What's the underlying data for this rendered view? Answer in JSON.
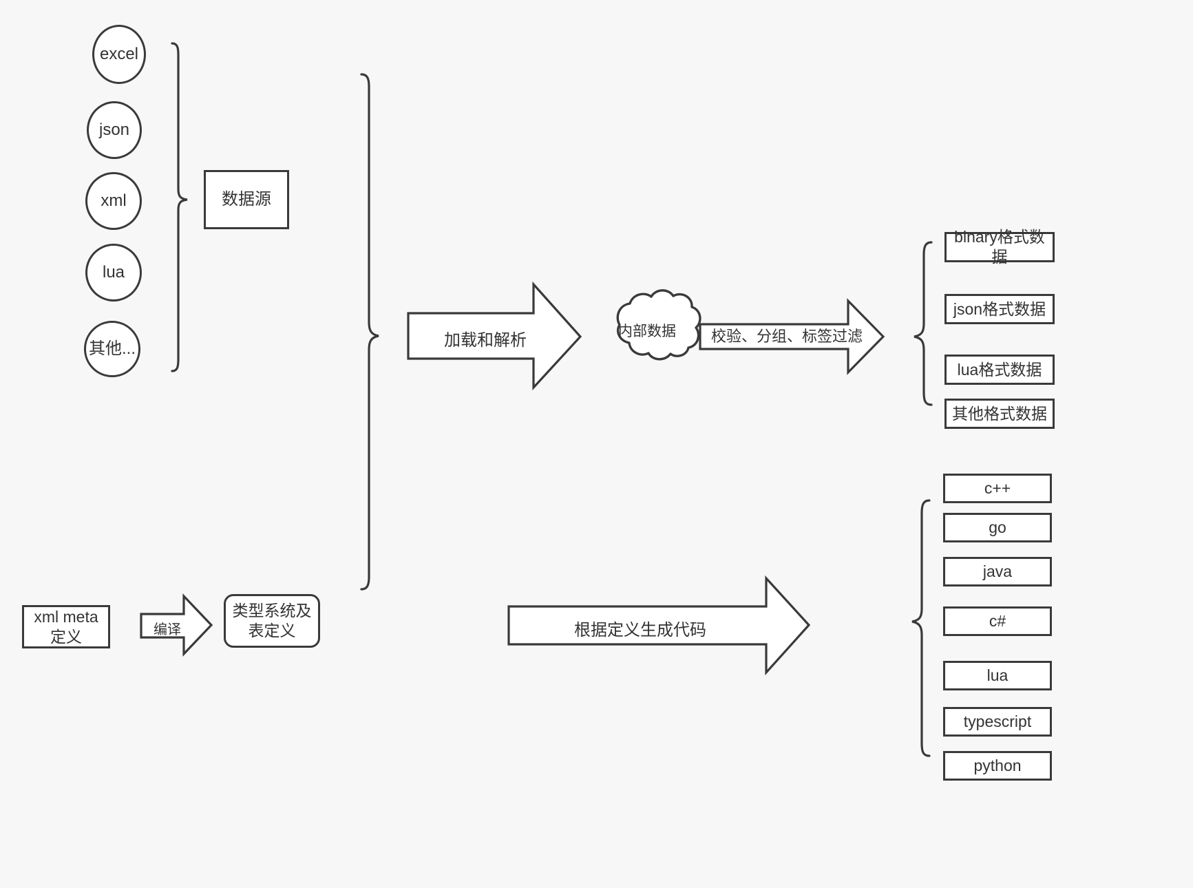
{
  "diagram": {
    "background_color": "#f7f7f7",
    "stroke_color": "#3a3a3a",
    "fill_color": "#ffffff",
    "text_color": "#333333",
    "sources": {
      "group_label": "数据源",
      "items": [
        {
          "label": "excel"
        },
        {
          "label": "json"
        },
        {
          "label": "xml"
        },
        {
          "label": "lua"
        },
        {
          "label": "其他..."
        }
      ]
    },
    "meta": {
      "definition_label": "xml meta定义",
      "compile_arrow_label": "编译",
      "type_system_label": "类型系统及表定义"
    },
    "pipeline": {
      "load_parse_arrow_label": "加载和解析",
      "internal_data_label": "内部数据",
      "filter_arrow_label": "校验、分组、标签过滤",
      "codegen_arrow_label": "根据定义生成代码"
    },
    "outputs": {
      "data_formats": [
        {
          "label": "binary格式数据"
        },
        {
          "label": "json格式数据"
        },
        {
          "label": "lua格式数据"
        },
        {
          "label": "其他格式数据"
        }
      ],
      "languages": [
        {
          "label": "c++"
        },
        {
          "label": "go"
        },
        {
          "label": "java"
        },
        {
          "label": "c#"
        },
        {
          "label": "lua"
        },
        {
          "label": "typescript"
        },
        {
          "label": "python"
        }
      ]
    }
  }
}
